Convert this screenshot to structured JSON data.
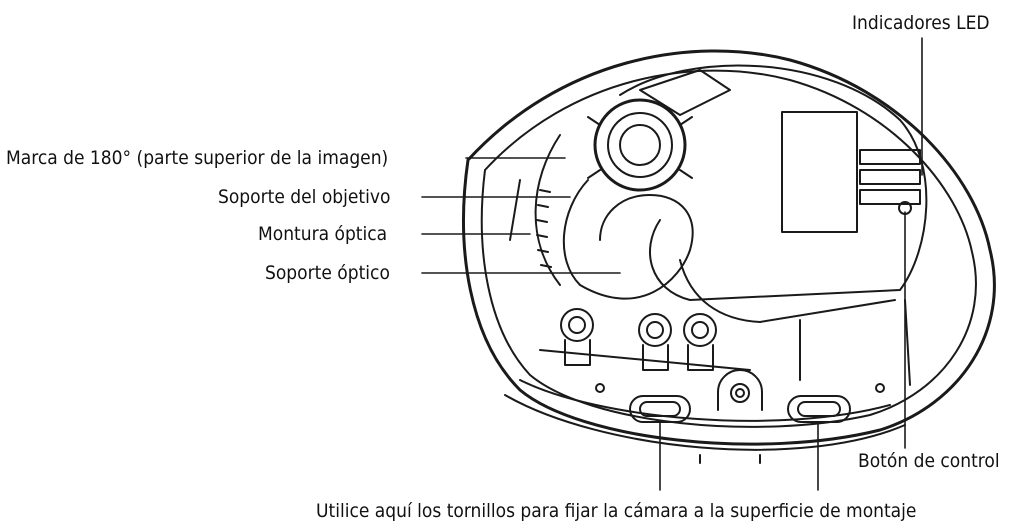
{
  "labels": {
    "led_indicators": "Indicadores LED",
    "mark_180": "Marca de 180° (parte superior de la imagen)",
    "lens_holder": "Soporte del objetivo",
    "optical_mount": "Montura óptica",
    "optical_support": "Soporte óptico",
    "control_button": "Botón de control",
    "screws_note": "Utilice aquí los tornillos para fijar la cámara a la superficie de montaje"
  },
  "colors": {
    "line": "#1a1a1a",
    "text": "#111111",
    "background": "#ffffff"
  }
}
